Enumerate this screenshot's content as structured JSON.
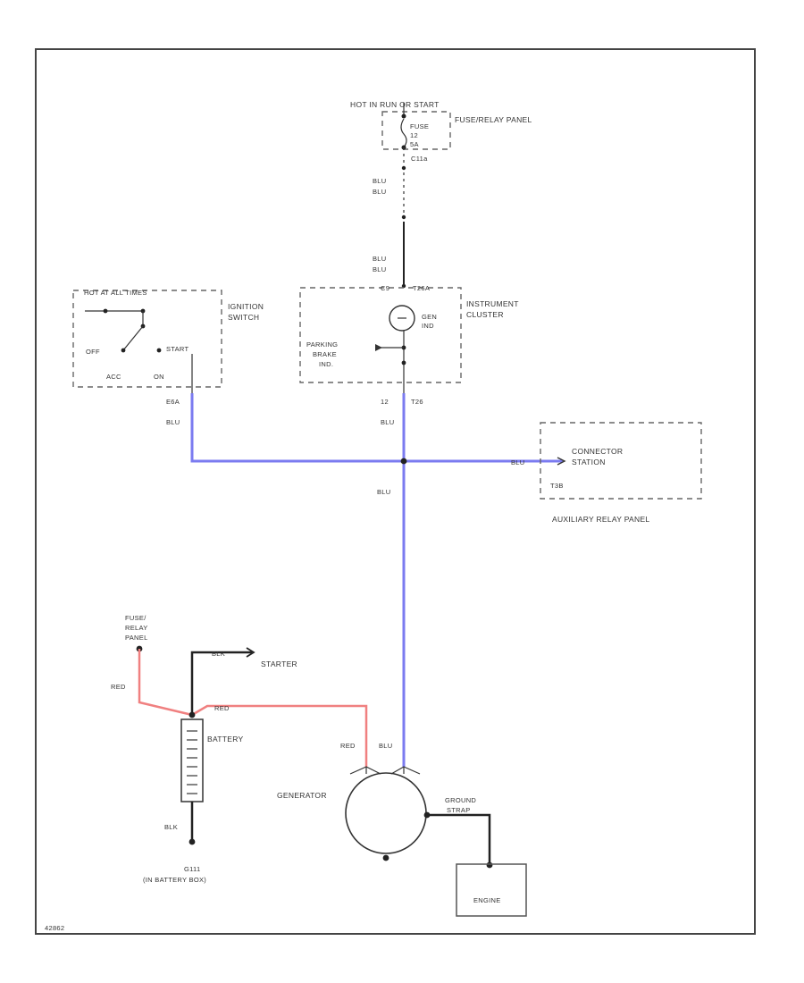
{
  "colors": {
    "background": "#ffffff",
    "border": "#444444",
    "wire_black": "#222222",
    "wire_blue": "#7b7bf0",
    "wire_red": "#f08080",
    "dashed_box": "#666666",
    "text": "#333333"
  },
  "labels": {
    "hot_label": "HOT IN RUN OR START",
    "fuse_relay_panel_top": "FUSE/RELAY PANEL",
    "fuse_line1": "FUSE",
    "fuse_line2": "12",
    "fuse_line3": "5A",
    "fuse_terminal": "C11a",
    "wire_blu_1a": "BLU",
    "wire_blu_1b": "BLU",
    "wire_blu_2a": "BLU",
    "wire_blu_2b": "BLU",
    "hot_at_all_times": "HOT AT ALL TIMES",
    "ignition_switch_line1": "IGNITION",
    "ignition_switch_line2": "SWITCH",
    "sw_off": "OFF",
    "sw_start": "START",
    "sw_acc": "ACC",
    "sw_on": "ON",
    "inst_terminal_left": "C9",
    "inst_terminal_right": "T26A",
    "instrument_cluster_line1": "INSTRUMENT",
    "instrument_cluster_line2": "CLUSTER",
    "gen_ind_line1": "GEN",
    "gen_ind_line2": "IND",
    "parking_brake_line1": "PARKING",
    "parking_brake_line2": "BRAKE",
    "parking_brake_line3": "IND.",
    "ign_terminal": "E6A",
    "ign_wire": "BLU",
    "cluster_bottom_left": "12",
    "cluster_bottom_right": "T26",
    "cluster_wire": "BLU",
    "connector_wire": "BLU",
    "connector_station_line1": "CONNECTOR",
    "connector_station_line2": "STATION",
    "connector_terminal": "T3B",
    "auxiliary_relay_panel": "AUXILIARY RELAY PANEL",
    "vertical_blu": "BLU",
    "fuse_relay_panel_bottom_line1": "FUSE/",
    "fuse_relay_panel_bottom_line2": "RELAY",
    "fuse_relay_panel_bottom_line3": "PANEL",
    "starter_wire": "BLK",
    "starter": "STARTER",
    "red_wire_left": "RED",
    "red_wire_right": "RED",
    "battery": "BATTERY",
    "red_at_gen": "RED",
    "blu_at_gen": "BLU",
    "generator": "GENERATOR",
    "ground_strap_line1": "GROUND",
    "ground_strap_line2": "STRAP",
    "engine": "ENGINE",
    "battery_ground_wire": "BLK",
    "ground_label_line1": "G111",
    "ground_label_line2": "(IN BATTERY BOX)",
    "corner_code": "42862"
  }
}
